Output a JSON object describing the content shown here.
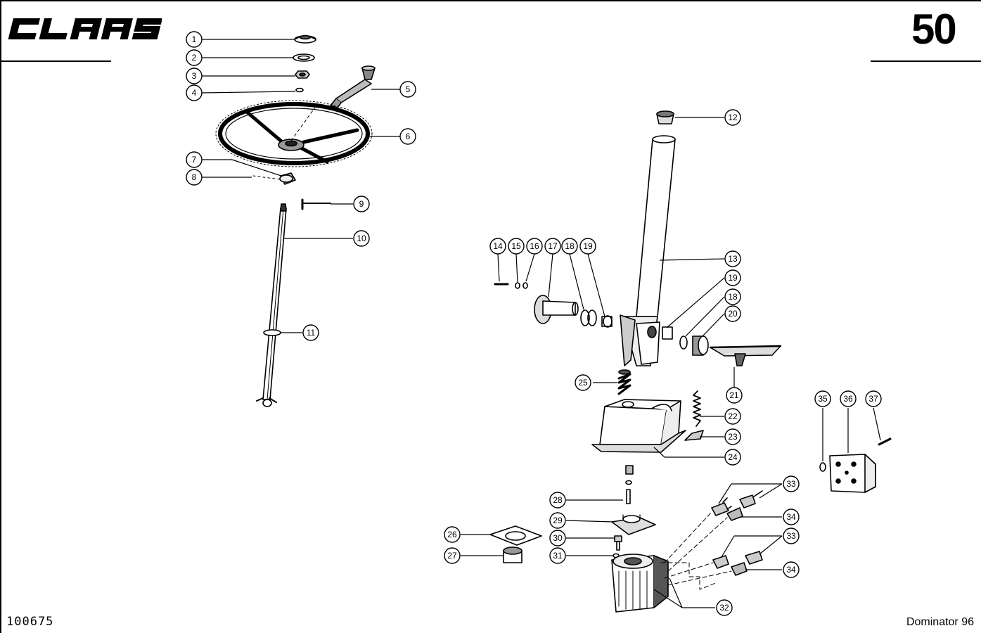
{
  "header": {
    "brand": "CLAAS",
    "page_number": "50"
  },
  "footer": {
    "doc_number": "100675",
    "model": "Dominator 96"
  },
  "callouts": [
    {
      "label": "1",
      "part": "cap"
    },
    {
      "label": "2",
      "part": "washer"
    },
    {
      "label": "3",
      "part": "nut"
    },
    {
      "label": "4",
      "part": "washer"
    },
    {
      "label": "5",
      "part": "lever"
    },
    {
      "label": "6",
      "part": "steering-wheel"
    },
    {
      "label": "7",
      "part": "hub"
    },
    {
      "label": "8",
      "part": "pin"
    },
    {
      "label": "9",
      "part": "pin"
    },
    {
      "label": "10",
      "part": "steering-shaft"
    },
    {
      "label": "11",
      "part": "ring"
    },
    {
      "label": "12",
      "part": "bushing"
    },
    {
      "label": "13",
      "part": "steering-column"
    },
    {
      "label": "14",
      "part": "bolt"
    },
    {
      "label": "15",
      "part": "washer"
    },
    {
      "label": "16",
      "part": "washer"
    },
    {
      "label": "17",
      "part": "pivot-bolt"
    },
    {
      "label": "18",
      "part": "washer"
    },
    {
      "label": "19",
      "part": "bushing"
    },
    {
      "label": "19",
      "part": "bushing"
    },
    {
      "label": "18",
      "part": "washer"
    },
    {
      "label": "20",
      "part": "spacer"
    },
    {
      "label": "21",
      "part": "pedal"
    },
    {
      "label": "22",
      "part": "spring"
    },
    {
      "label": "23",
      "part": "bracket"
    },
    {
      "label": "24",
      "part": "housing"
    },
    {
      "label": "25",
      "part": "spring"
    },
    {
      "label": "26",
      "part": "gasket"
    },
    {
      "label": "27",
      "part": "bushing"
    },
    {
      "label": "28",
      "part": "bolt"
    },
    {
      "label": "29",
      "part": "flange"
    },
    {
      "label": "30",
      "part": "bolt"
    },
    {
      "label": "31",
      "part": "washer"
    },
    {
      "label": "32",
      "part": "steering-unit"
    },
    {
      "label": "33",
      "part": "fitting"
    },
    {
      "label": "34",
      "part": "fitting"
    },
    {
      "label": "33",
      "part": "fitting"
    },
    {
      "label": "34",
      "part": "fitting"
    },
    {
      "label": "35",
      "part": "o-ring"
    },
    {
      "label": "36",
      "part": "block"
    },
    {
      "label": "37",
      "part": "bolt"
    }
  ]
}
